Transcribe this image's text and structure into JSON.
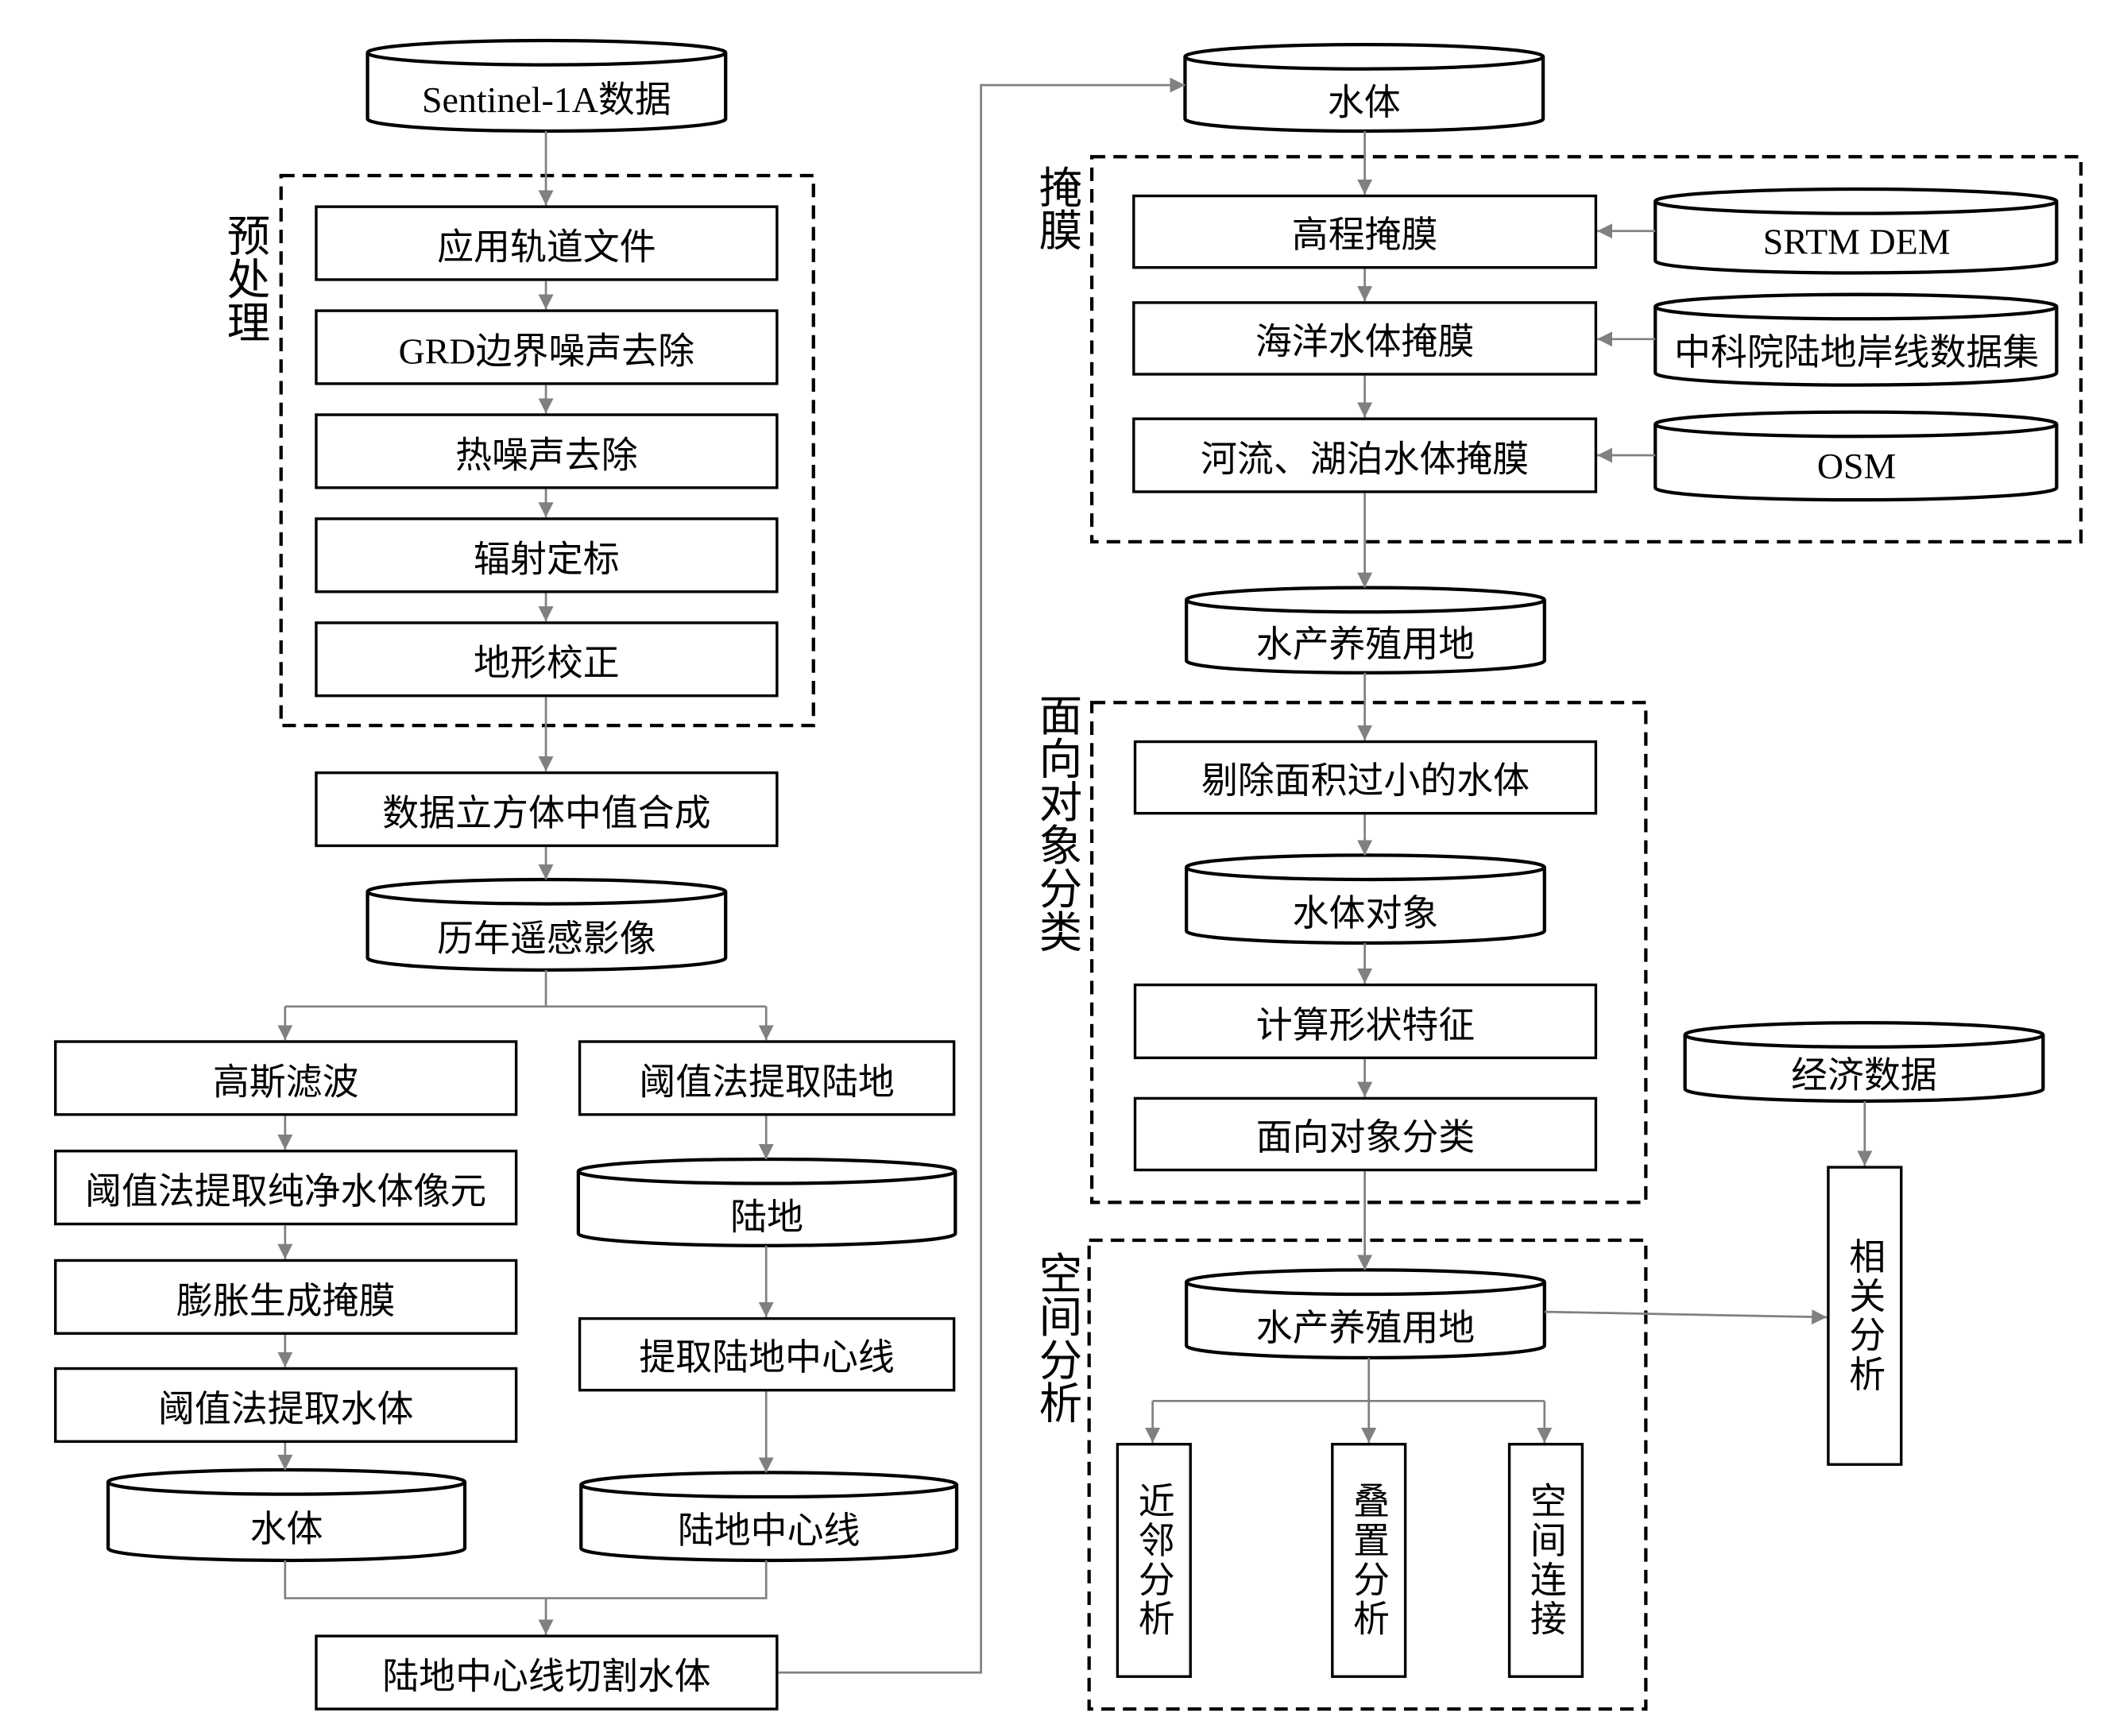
{
  "colors": {
    "stroke": "#000000",
    "connector": "#808080",
    "background": "#ffffff"
  },
  "left": {
    "source": "Sentinel-1A数据",
    "preprocess_label": "预处理",
    "preprocess_steps": [
      "应用轨道文件",
      "GRD边界噪声去除",
      "热噪声去除",
      "辐射定标",
      "地形校正"
    ],
    "composite": "数据立方体中值合成",
    "yearly_images": "历年遥感影像",
    "water_branch": [
      "高斯滤波",
      "阈值法提取纯净水体像元",
      "膨胀生成掩膜",
      "阈值法提取水体"
    ],
    "water_result": "水体",
    "land_branch": {
      "extract": "阈值法提取陆地",
      "land": "陆地",
      "centerline_step": "提取陆地中心线",
      "centerline": "陆地中心线"
    },
    "cut": "陆地中心线切割水体"
  },
  "right": {
    "water": "水体",
    "mask_label": "掩膜",
    "masks": [
      "高程掩膜",
      "海洋水体掩膜",
      "河流、湖泊水体掩膜"
    ],
    "mask_sources": [
      "SRTM DEM",
      "中科院陆地岸线数据集",
      "OSM"
    ],
    "aquaculture": "水产养殖用地",
    "obia_label": "面向对象分类",
    "obia_steps": {
      "remove": "剔除面积过小的水体",
      "objects": "水体对象",
      "shape": "计算形状特征",
      "classify": "面向对象分类"
    },
    "spatial_label": "空间分析",
    "aquaculture2": "水产养殖用地",
    "analyses": [
      "近邻分析",
      "叠置分析",
      "空间连接"
    ],
    "economic": "经济数据",
    "correlation": "相关分析"
  }
}
